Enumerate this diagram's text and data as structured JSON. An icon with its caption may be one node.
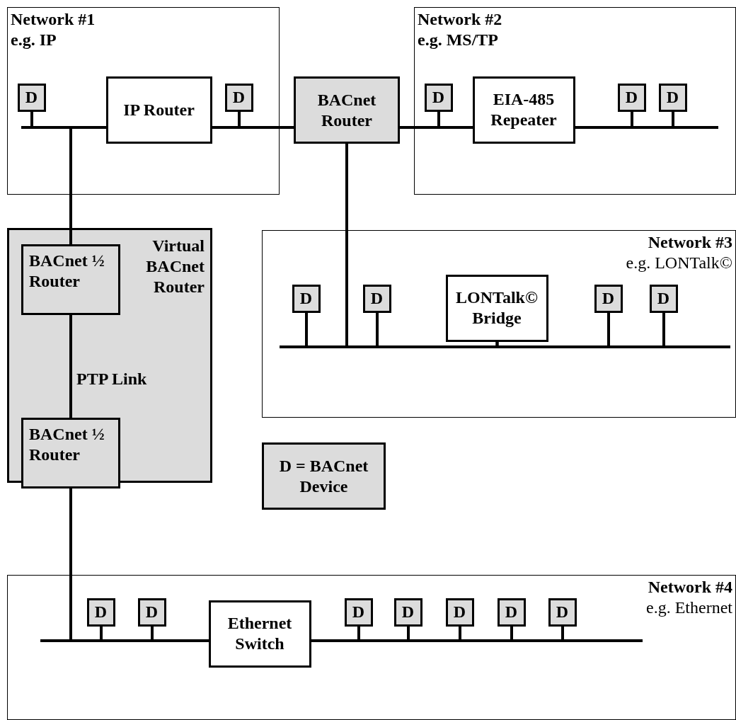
{
  "diagram": {
    "nodes": [
      {
        "text": [
          "Network #1",
          "e.g. IP"
        ]
      },
      {
        "text": [
          "D"
        ],
        "in": 0
      },
      {
        "text": [
          "IP Router"
        ],
        "in": 0
      },
      {
        "text": [
          "D"
        ],
        "in": 0
      },
      {
        "text": [
          "Network #2",
          "e.g. MS/TP"
        ]
      },
      {
        "text": [
          "BACnet Router"
        ]
      },
      {
        "text": [
          "D"
        ],
        "in": 4
      },
      {
        "text": [
          "EIA-485 Repeater"
        ],
        "in": 4
      },
      {
        "text": [
          "D"
        ],
        "in": 4
      },
      {
        "text": [
          "D"
        ],
        "in": 4
      },
      {
        "text": [
          "Virtual BACnet Router"
        ]
      },
      {
        "text": [
          "BACnet ½ Router"
        ],
        "in": 10
      },
      {
        "text": [
          "BACnet ½ Router"
        ],
        "in": 10
      },
      {
        "text": [
          "Network #3",
          "e.g. LONTalk©"
        ]
      },
      {
        "text": [
          "D"
        ],
        "in": 13
      },
      {
        "text": [
          "D"
        ],
        "in": 13
      },
      {
        "text": [
          "LONTalk© Bridge"
        ],
        "in": 13
      },
      {
        "text": [
          "D"
        ],
        "in": 13
      },
      {
        "text": [
          "D"
        ],
        "in": 13
      },
      {
        "text": [
          "D = BACnet Device"
        ]
      },
      {
        "text": [
          "Network #4",
          "e.g. Ethernet"
        ]
      },
      {
        "text": [
          "D"
        ],
        "in": 20
      },
      {
        "text": [
          "D"
        ],
        "in": 20
      },
      {
        "text": [
          "Ethernet Switch"
        ],
        "in": 20
      },
      {
        "text": [
          "D"
        ],
        "in": 20
      },
      {
        "text": [
          "D"
        ],
        "in": 20
      },
      {
        "text": [
          "D"
        ],
        "in": 20
      },
      {
        "text": [
          "D"
        ],
        "in": 20
      },
      {
        "text": [
          "D"
        ],
        "in": 20
      }
    ],
    "edges": [
      {
        "from": 1,
        "to": 2,
        "arrow": "none"
      },
      {
        "from": 2,
        "to": 3,
        "arrow": "none"
      },
      {
        "from": 3,
        "to": 5,
        "arrow": "none"
      },
      {
        "from": 5,
        "to": 6,
        "arrow": "none"
      },
      {
        "from": 6,
        "to": 7,
        "arrow": "none"
      },
      {
        "from": 7,
        "to": 8,
        "arrow": "none"
      },
      {
        "from": 8,
        "to": 9,
        "arrow": "none"
      },
      {
        "from": 2,
        "to": 11,
        "arrow": "none"
      },
      {
        "from": 11,
        "to": 12,
        "arrow": "none",
        "label": "PTP Link"
      },
      {
        "from": 5,
        "to": 14,
        "arrow": "none"
      },
      {
        "from": 5,
        "to": 15,
        "arrow": "none"
      },
      {
        "from": 5,
        "to": 16,
        "arrow": "none"
      },
      {
        "from": 16,
        "to": 17,
        "arrow": "none"
      },
      {
        "from": 17,
        "to": 18,
        "arrow": "none"
      },
      {
        "from": 12,
        "to": 21,
        "arrow": "none"
      },
      {
        "from": 21,
        "to": 22,
        "arrow": "none"
      },
      {
        "from": 22,
        "to": 23,
        "arrow": "none"
      },
      {
        "from": 23,
        "to": 24,
        "arrow": "none"
      },
      {
        "from": 24,
        "to": 25,
        "arrow": "none"
      },
      {
        "from": 25,
        "to": 26,
        "arrow": "none"
      },
      {
        "from": 26,
        "to": 27,
        "arrow": "none"
      },
      {
        "from": 27,
        "to": 28,
        "arrow": "none"
      }
    ]
  }
}
